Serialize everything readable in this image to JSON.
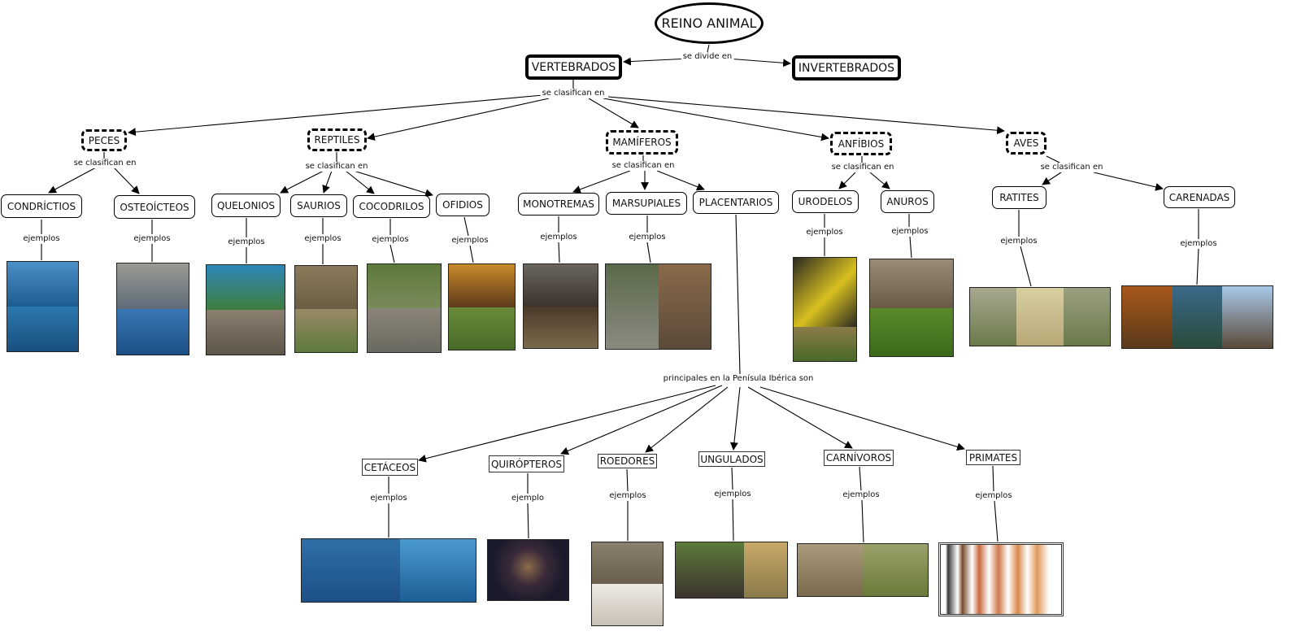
{
  "title": "REINO ANIMAL",
  "link_labels": {
    "se_divide_en": "se divide en",
    "se_clasifican_en": "se clasifican en",
    "ejemplos": "ejemplos",
    "ejemplo": "ejemplo",
    "principales": "principales en la Penísula Ibérica son"
  },
  "nodes": {
    "vertebrados": "VERTEBRADOS",
    "invertebrados": "INVERTEBRADOS",
    "peces": "PECES",
    "reptiles": "REPTILES",
    "mamiferos": "MAMÍFEROS",
    "anfibios": "ANFÍBIOS",
    "aves": "AVES",
    "condrictios": "CONDRÍCTIOS",
    "osteoicteos": "OSTEOÍCTEOS",
    "quelonios": "QUELONIOS",
    "saurios": "SAURIOS",
    "cocodrilos": "COCODRILOS",
    "ofidios": "OFIDIOS",
    "monotremas": "MONOTREMAS",
    "marsupiales": "MARSUPIALES",
    "placentarios": "PLACENTARIOS",
    "urodelos": "URODELOS",
    "anuros": "ANUROS",
    "ratites": "RATITES",
    "carenadas": "CARENADAS",
    "cetaceos": "CETÁCEOS",
    "quiropteros": "QUIRÓPTEROS",
    "roedores": "ROEDORES",
    "ungulados": "UNGULADOS",
    "carnivoros": "CARNÍVOROS",
    "primates": "PRIMATES"
  },
  "photo_colors": {
    "water": "#2f6fa8",
    "deep_water": "#1c4f86",
    "earth": "#7a6a4c",
    "grass": "#5d7a3a",
    "rock": "#8b8070",
    "sky": "#cfd8e0",
    "dark": "#3b332c",
    "sand": "#c9b38a",
    "salamander": "#2a2a20",
    "frog": "#5a8a2a"
  }
}
